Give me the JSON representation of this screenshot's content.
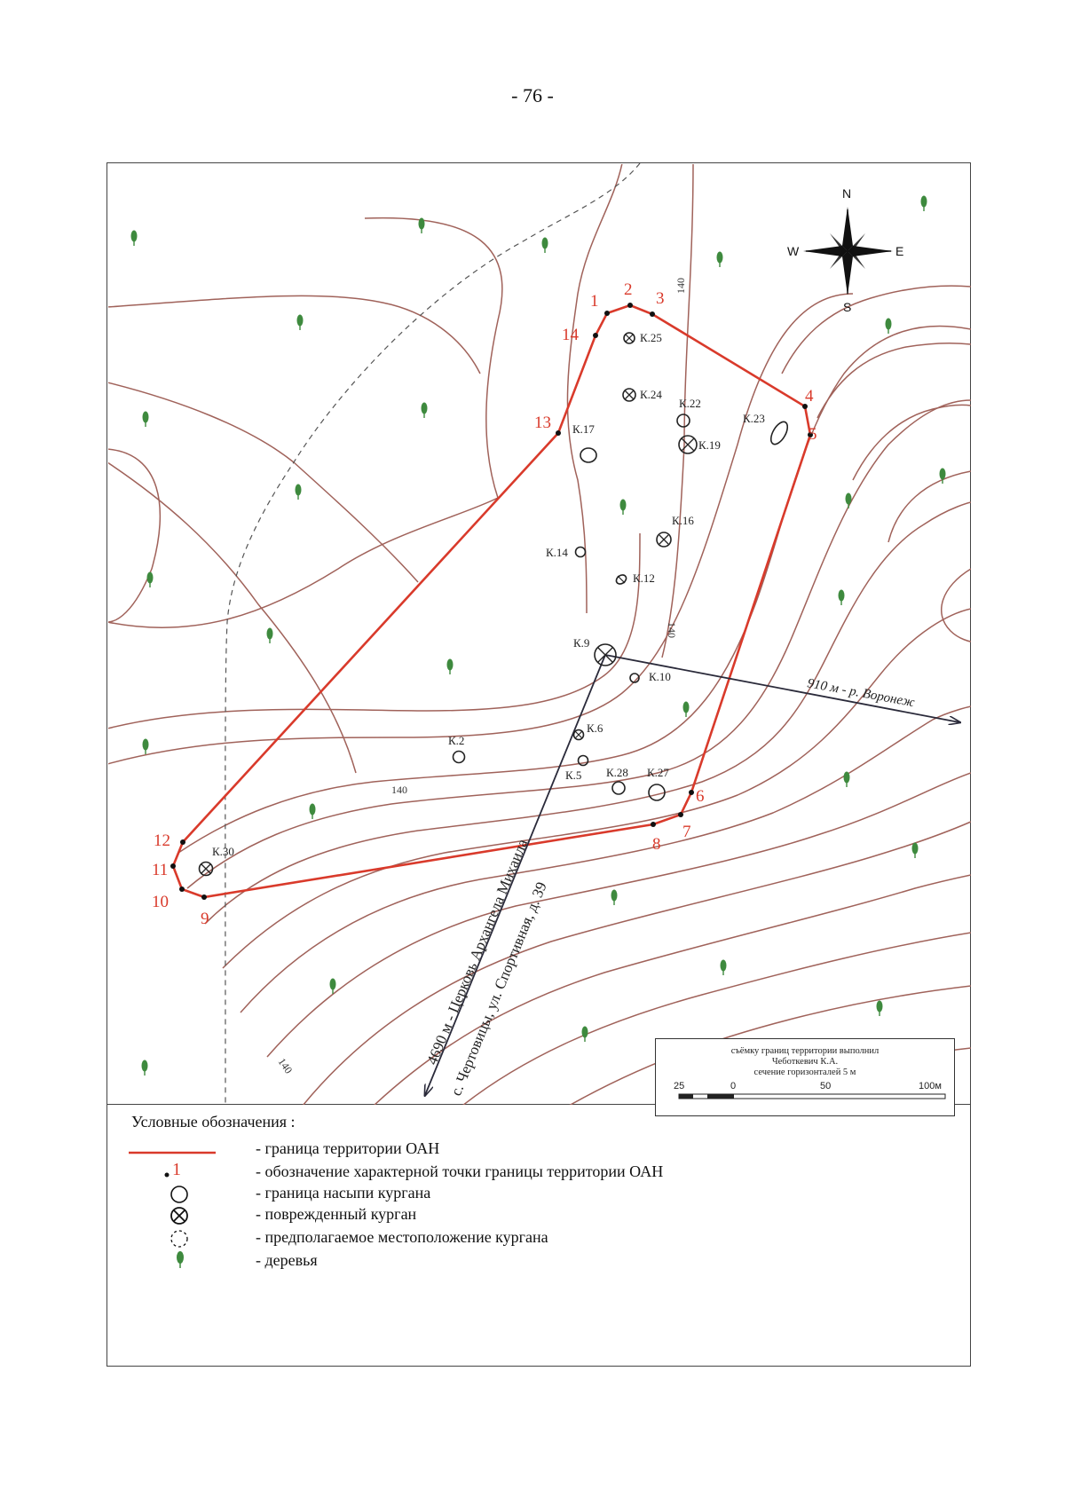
{
  "page_number": "- 76 -",
  "compass": {
    "n": "N",
    "s": "S",
    "e": "E",
    "w": "W"
  },
  "contour_labels": {
    "c1": "140",
    "c2": "140",
    "c3": "140",
    "c4": "140"
  },
  "boundary_points": [
    "1",
    "2",
    "3",
    "4",
    "5",
    "6",
    "7",
    "8",
    "9",
    "10",
    "11",
    "12",
    "13",
    "14"
  ],
  "kurgans": [
    "К.2",
    "К.5",
    "К.6",
    "К.9",
    "К.10",
    "К.12",
    "К.14",
    "К.16",
    "К.17",
    "К.19",
    "К.22",
    "К.23",
    "К.24",
    "К.25",
    "К.27",
    "К.28",
    "К.30"
  ],
  "directions": {
    "east": "910 м - р. Воронеж",
    "southwest_line1": "4690 м - Церковь Архангела Михаила",
    "southwest_line2": "с. Чертовицы, ул. Спортивная, д. 39"
  },
  "scale_box": {
    "line1": "съёмку границ территории выполнил",
    "line2": "Чеботкевич К.А.",
    "line3": "сечение горизонталей 5 м",
    "ticks": [
      "25",
      "0",
      "50",
      "100м"
    ]
  },
  "legend": {
    "title": "Условные обозначения :",
    "point_sample": "1",
    "items": [
      "- граница территории ОАН",
      "- обозначение характерной точки границы территории ОАН",
      "- граница насыпи кургана",
      "- поврежденный курган",
      "- предполагаемое местоположение кургана",
      "- деревья"
    ]
  },
  "colors": {
    "boundary": "#d93a2b",
    "contour": "#a0625a",
    "tree": "#3e8a3e",
    "arrow": "#2a2a3a"
  }
}
